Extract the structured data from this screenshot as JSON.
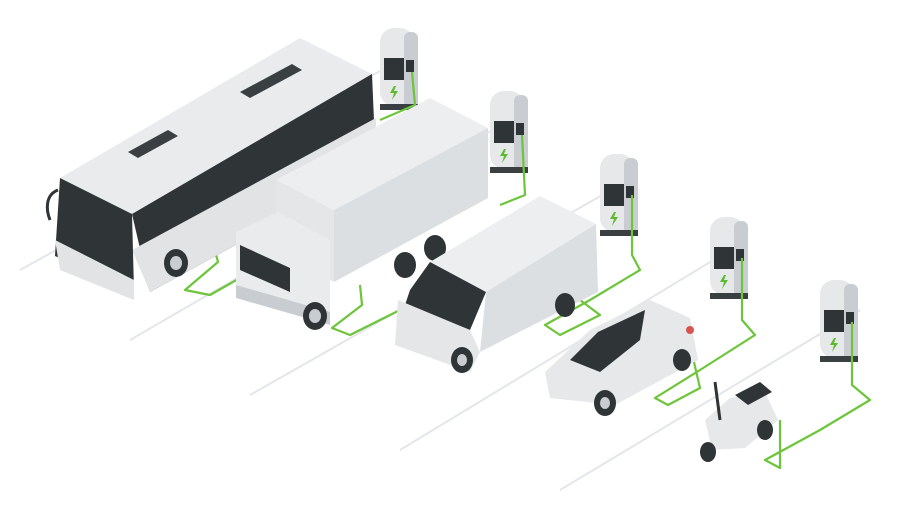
{
  "scene": {
    "subject": "ev-charging-station-illustration",
    "vehicles": [
      "bus",
      "truck",
      "van",
      "car",
      "scooter"
    ],
    "charger_count": 5,
    "icons": [
      "lightning-bolt-icon"
    ]
  },
  "colors": {
    "background": "#ffffff",
    "body": "#e6e8ea",
    "body_shade": "#c9cdd1",
    "glass": "#2f3437",
    "cable": "#6cc53a",
    "bolt": "#5dbb2e",
    "ground_line": "#e3e6ea"
  }
}
